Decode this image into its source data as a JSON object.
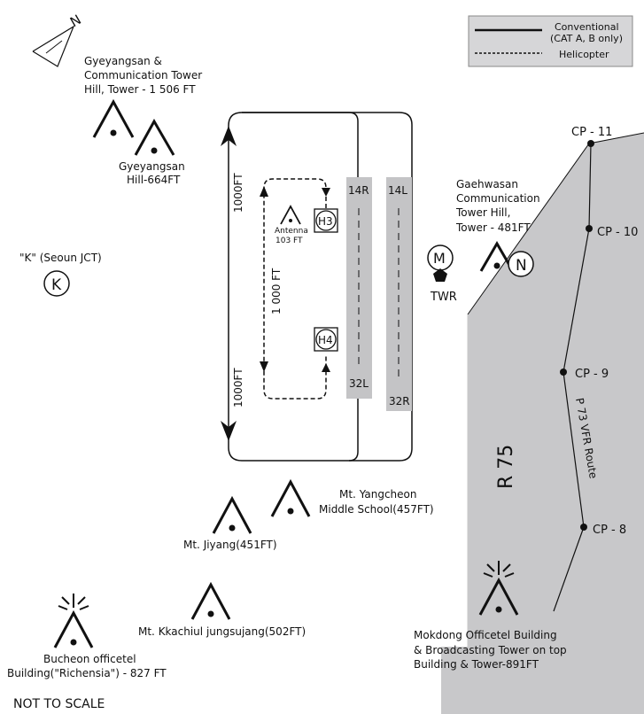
{
  "north_label": "N",
  "legend": {
    "conventional_line1": "Conventional",
    "conventional_line2": "(CAT A, B only)",
    "helicopter": "Helicopter"
  },
  "obstacles": {
    "gyeyangsan_tower": [
      "Gyeyangsan &",
      "Communication Tower",
      "Hill, Tower - 1 506 FT"
    ],
    "gyeyangsan_hill": [
      "Gyeyangsan",
      "Hill-664FT"
    ],
    "seoun_jct": "\"K\" (Seoun JCT)",
    "seoun_jct_symbol": "K",
    "gaehwasan": [
      "Gaehwasan",
      "Communication",
      "Tower Hill,",
      "Tower - 481FT"
    ],
    "gaehwasan_symbol": "N",
    "antenna": [
      "Antenna",
      "103 FT"
    ],
    "yangcheon": [
      "Mt. Yangcheon",
      "Middle School(457FT)"
    ],
    "jiyang": "Mt. Jiyang(451FT)",
    "kkachiul": "Mt. Kkachiul jungsujang(502FT)",
    "bucheon": [
      "Bucheon officetel",
      "Building(\"Richensia\") - 827 FT"
    ],
    "mokdong": [
      "Mokdong Officetel Building",
      "& Broadcasting Tower on top",
      "Building & Tower-891FT"
    ]
  },
  "runways": {
    "r14r": "14R",
    "r32l": "32L",
    "r14l": "14L",
    "r32r": "32R"
  },
  "tower": {
    "symbol": "M",
    "label": "TWR"
  },
  "helipads": {
    "h3": "H3",
    "h4": "H4"
  },
  "distances": {
    "upper": "1000FT",
    "lower": "1000FT",
    "helicopter": "1 000 FT"
  },
  "airspace": {
    "restricted": "R 75",
    "route": "P 73 VFR Route"
  },
  "checkpoints": {
    "cp11": "CP - 11",
    "cp10": "CP - 10",
    "cp9": "CP - 9",
    "cp8": "CP - 8"
  },
  "footer": "NOT TO SCALE",
  "colors": {
    "restricted_area": "#c8c8ca",
    "runway": "#c4c4c6",
    "ink": "#111111"
  }
}
